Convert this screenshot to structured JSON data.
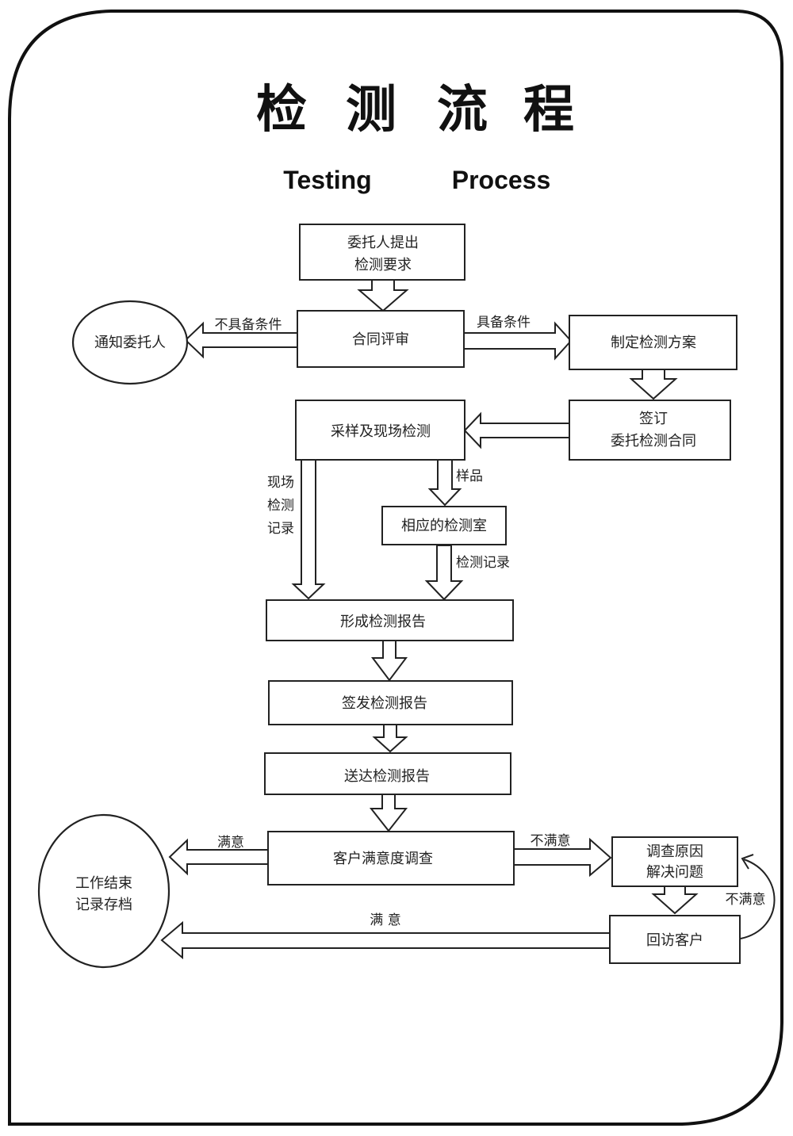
{
  "title": {
    "cn_chars": [
      "检",
      "测",
      "流",
      "程"
    ],
    "en_words": [
      "Testing",
      "Process"
    ]
  },
  "nodes": {
    "client_request": [
      "委托人提出",
      "检测要求"
    ],
    "contract_review": [
      "合同评审"
    ],
    "notify_client": [
      "通知委托人"
    ],
    "make_plan": [
      "制定检测方案"
    ],
    "sign_contract": [
      "签订",
      "委托检测合同"
    ],
    "sampling": [
      "采样及现场检测"
    ],
    "lab": [
      "相应的检测室"
    ],
    "form_report": [
      "形成检测报告"
    ],
    "issue_report": [
      "签发检测报告"
    ],
    "deliver_report": [
      "送达检测报告"
    ],
    "satisfaction_survey": [
      "客户满意度调查"
    ],
    "investigate": [
      "调查原因",
      "解决问题"
    ],
    "revisit": [
      "回访客户"
    ],
    "finish": [
      "工作结束",
      "记录存档"
    ]
  },
  "edge_labels": {
    "not_qualified": "不具备条件",
    "qualified": "具备条件",
    "site_record": [
      "现场",
      "检测",
      "记录"
    ],
    "sample": "样品",
    "test_record": "检测记录",
    "satisfied_left": "满意",
    "not_satisfied_right": "不满意",
    "not_satisfied_loop": "不满意",
    "satisfied_bottom": "满 意"
  },
  "colors": {
    "ink": "#222222",
    "paper": "#ffffff"
  }
}
